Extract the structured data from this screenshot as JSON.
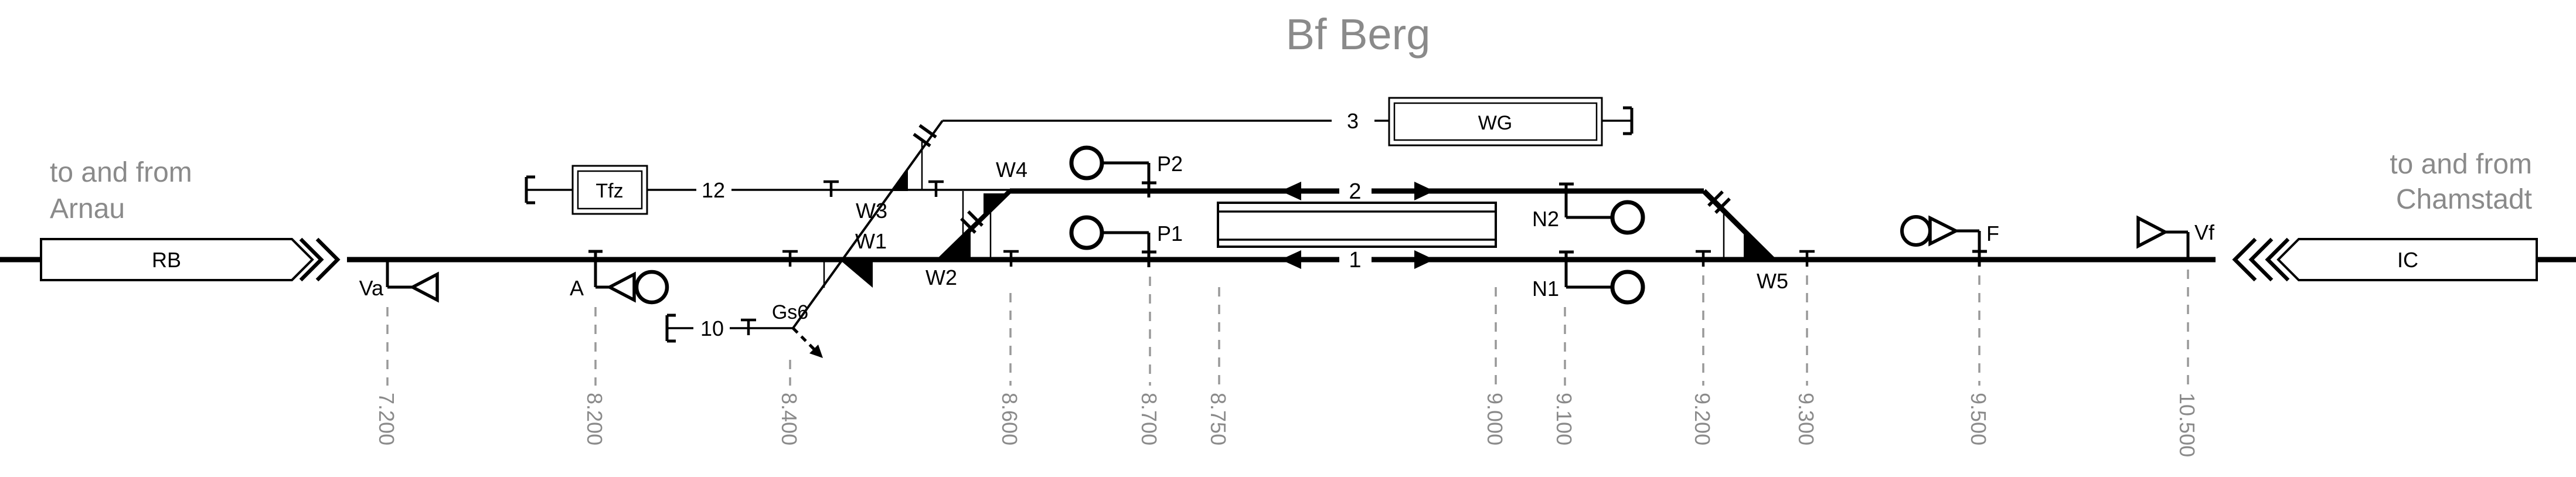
{
  "title": "Bf Berg",
  "colors": {
    "ink": "#000000",
    "muted": "#8a8a8a",
    "km": "#999999",
    "background": "#ffffff"
  },
  "approach_left": {
    "line1": "to and from",
    "line2": "Arnau"
  },
  "approach_right": {
    "line1": "to and from",
    "line2": "Chamstadt"
  },
  "trains": {
    "left": {
      "label": "RB"
    },
    "right": {
      "label": "IC"
    }
  },
  "facilities": {
    "tfz": {
      "label": "Tfz"
    },
    "wg": {
      "label": "WG"
    }
  },
  "track_numbers": {
    "t1": "1",
    "t2": "2",
    "t3": "3",
    "t10": "10",
    "t12": "12"
  },
  "switches": {
    "w1": "W1",
    "w2": "W2",
    "w3": "W3",
    "w4": "W4",
    "w5": "W5"
  },
  "signals": {
    "va": "Va",
    "a": "A",
    "gs6": "Gs6",
    "p1": "P1",
    "p2": "P2",
    "n1": "N1",
    "n2": "N2",
    "f": "F",
    "vf": "Vf"
  },
  "km_posts": [
    "7.200",
    "8.200",
    "8.400",
    "8.600",
    "8.700",
    "8.750",
    "9.000",
    "9.100",
    "9.200",
    "9.300",
    "9.500",
    "10.500"
  ]
}
